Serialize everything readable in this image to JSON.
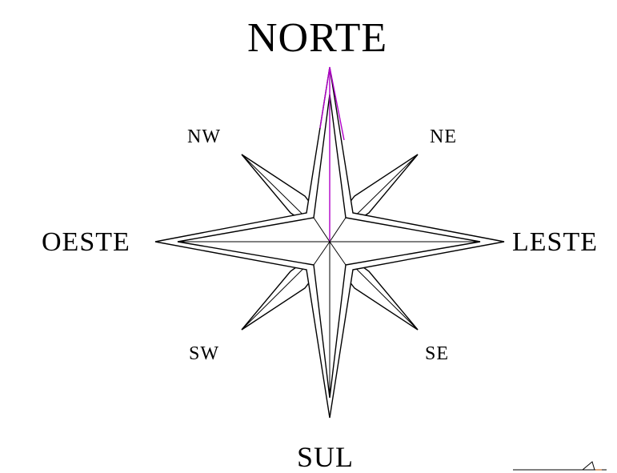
{
  "compass": {
    "north": "NORTE",
    "south": "SUL",
    "east": "LESTE",
    "west": "OESTE",
    "northeast": "NE",
    "northwest": "NW",
    "southeast": "SE",
    "southwest": "SW"
  },
  "colors": {
    "line": "#000000",
    "north_marker": "#b000c8",
    "scale_mark": "#c05000",
    "background": "#ffffff"
  }
}
